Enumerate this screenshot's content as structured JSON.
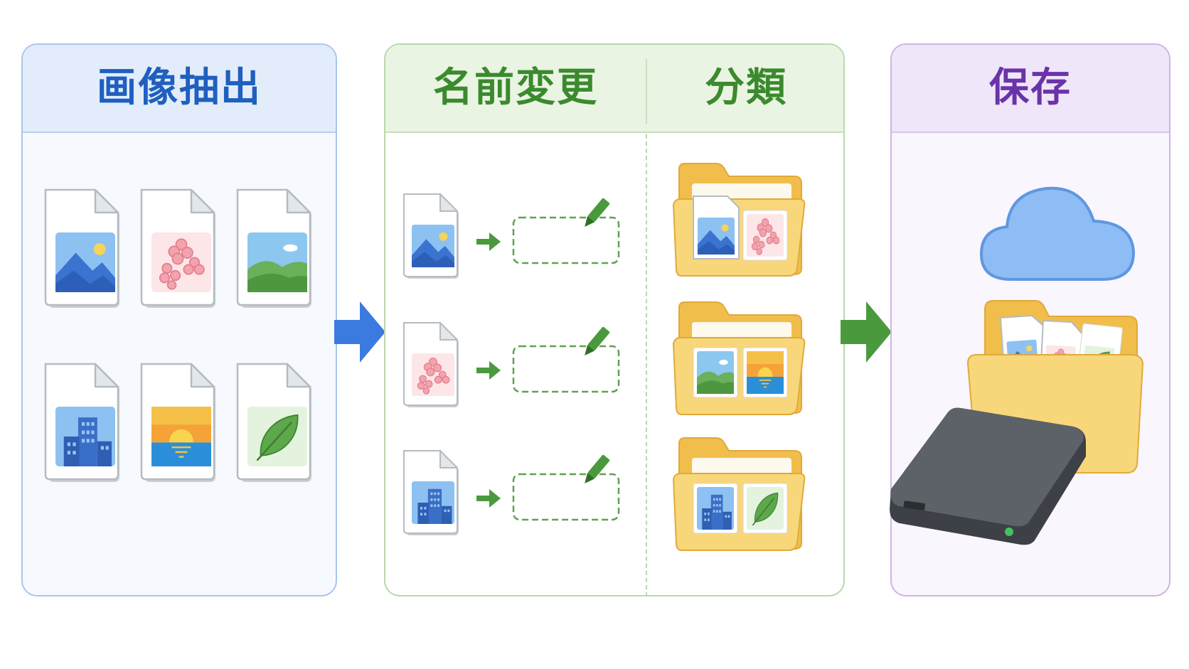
{
  "steps": {
    "extract": {
      "title": "画像抽出"
    },
    "rename": {
      "title": "名前変更"
    },
    "classify": {
      "title": "分類"
    },
    "save": {
      "title": "保存"
    }
  },
  "colors": {
    "extract_accent": "#1f5fbf",
    "process_accent": "#3b8a2e",
    "save_accent": "#6a34a8",
    "arrow_blue": "#3b7be0",
    "arrow_green": "#4a9a3d",
    "folder_yellow": "#f8d77a"
  },
  "icons": {
    "extract_files": [
      "mountain-image-file",
      "blossom-image-file",
      "hills-image-file",
      "city-image-file",
      "sunset-image-file",
      "leaf-image-file"
    ],
    "rename_sources": [
      "mountain-image-file",
      "blossom-image-file",
      "city-image-file"
    ],
    "folders": [
      [
        "mountain",
        "blossom"
      ],
      [
        "hills",
        "sunset"
      ],
      [
        "city",
        "leaf"
      ]
    ],
    "storage": [
      "cloud-icon",
      "folder-icon",
      "hard-drive-icon"
    ]
  }
}
